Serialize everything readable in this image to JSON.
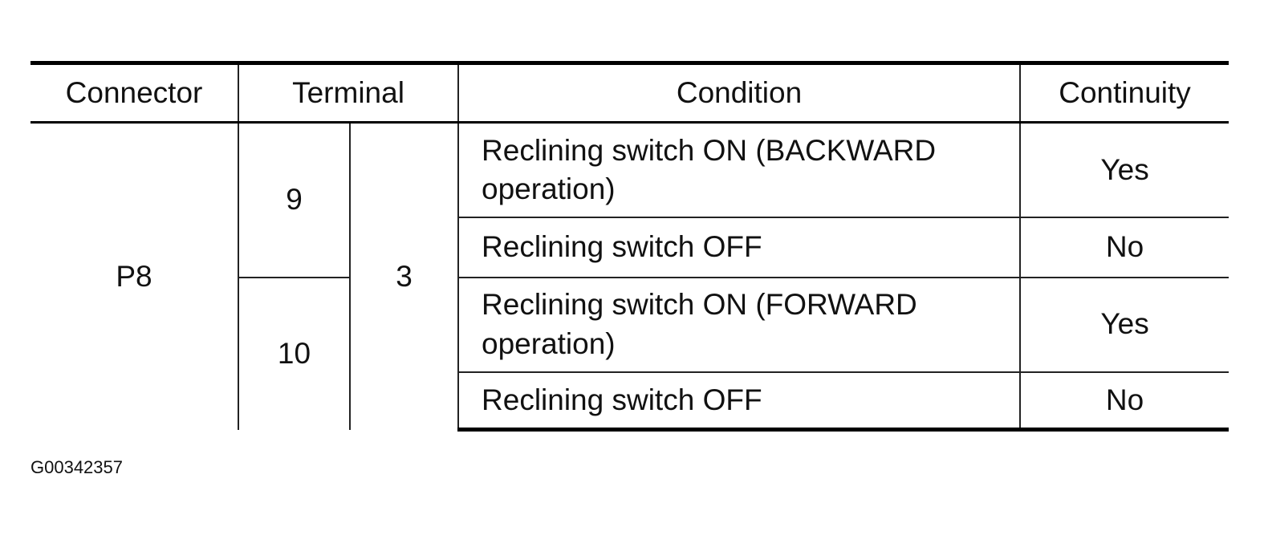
{
  "table": {
    "headers": {
      "connector": "Connector",
      "terminal": "Terminal",
      "condition": "Condition",
      "continuity": "Continuity"
    },
    "connector": "P8",
    "terminal_a": [
      "9",
      "10"
    ],
    "terminal_b": "3",
    "rows": [
      {
        "condition": "Reclining switch ON (BACKWARD operation)",
        "continuity": "Yes"
      },
      {
        "condition": "Reclining switch OFF",
        "continuity": "No"
      },
      {
        "condition": "Reclining switch ON (FORWARD operation)",
        "continuity": "Yes"
      },
      {
        "condition": "Reclining switch OFF",
        "continuity": "No"
      }
    ]
  },
  "figure_id": "G00342357"
}
